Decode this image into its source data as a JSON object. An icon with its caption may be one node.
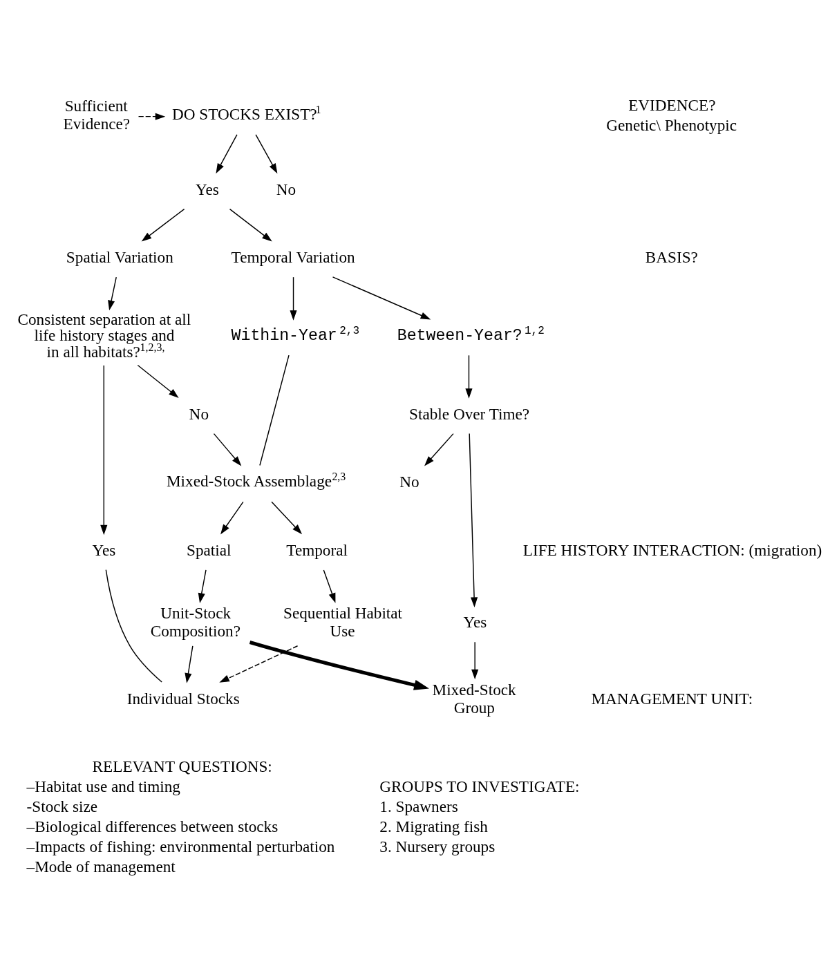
{
  "diagram": {
    "nodes": [
      {
        "text": [
          "DO STOCKS EXIST?"
        ],
        "beside": [
          "1"
        ]
      },
      {
        "text": [
          "Sufficient Evidence?"
        ]
      },
      {
        "text": [
          "No"
        ]
      },
      {
        "text": [
          "Yes"
        ]
      },
      {
        "text": [
          "Spatial Variation"
        ]
      },
      {
        "text": [
          "Temporal Variation"
        ]
      },
      {
        "text": [
          "Consistent separation at all life history stages and in all habitats?"
        ],
        "beside": [
          "1,2,3,"
        ]
      },
      {
        "text": [
          "Within-Year"
        ],
        "beside": [
          "2,3"
        ]
      },
      {
        "text": [
          "Between-Year?"
        ],
        "beside": [
          "1,2"
        ]
      },
      {
        "text": [
          "Stable Over Time?"
        ]
      },
      {
        "text": [
          "Yes"
        ]
      },
      {
        "text": [
          "No"
        ]
      },
      {
        "text": [
          "No"
        ]
      },
      {
        "text": [
          "Yes"
        ]
      },
      {
        "text": [
          "Mixed-Stock Assemblage"
        ],
        "beside": [
          "2,3"
        ]
      },
      {
        "text": [
          "Spatial"
        ]
      },
      {
        "text": [
          "Temporal"
        ]
      },
      {
        "text": [
          "Unit-Stock Composition?"
        ]
      },
      {
        "text": [
          "Sequential Habitat Use"
        ]
      },
      {
        "text": [
          "Individual Stocks"
        ]
      },
      {
        "text": [
          "Mixed-Stock Group"
        ]
      }
    ],
    "edges": [
      {
        "from": 1,
        "to": 0,
        "arrow": "to",
        "style": "dashed"
      },
      {
        "from": 0,
        "to": 3,
        "arrow": "to"
      },
      {
        "from": 0,
        "to": 2,
        "arrow": "to"
      },
      {
        "from": 3,
        "to": 4,
        "arrow": "to"
      },
      {
        "from": 3,
        "to": 5,
        "arrow": "to"
      },
      {
        "from": 4,
        "to": 6,
        "arrow": "to"
      },
      {
        "from": 5,
        "to": 7,
        "arrow": "to"
      },
      {
        "from": 5,
        "to": 8,
        "arrow": "to"
      },
      {
        "from": 6,
        "to": 10,
        "arrow": "to"
      },
      {
        "from": 6,
        "to": 11,
        "arrow": "to"
      },
      {
        "from": 8,
        "to": 9,
        "arrow": "to"
      },
      {
        "from": 9,
        "to": 12,
        "arrow": "to"
      },
      {
        "from": 9,
        "to": 13,
        "arrow": "to"
      },
      {
        "from": 11,
        "to": 14,
        "arrow": "to"
      },
      {
        "from": 7,
        "to": 14,
        "arrow": "none"
      },
      {
        "from": 10,
        "to": 19,
        "arrow": "none"
      },
      {
        "from": 13,
        "to": 20,
        "arrow": "to"
      },
      {
        "from": 14,
        "to": 15,
        "arrow": "to"
      },
      {
        "from": 14,
        "to": 16,
        "arrow": "to"
      },
      {
        "from": 15,
        "to": 17,
        "arrow": "to"
      },
      {
        "from": 16,
        "to": 18,
        "arrow": "to"
      },
      {
        "from": 17,
        "to": 19,
        "arrow": "to"
      },
      {
        "from": 17,
        "to": 20,
        "arrow": "to",
        "style": "thick"
      },
      {
        "from": 18,
        "to": 19,
        "arrow": "to",
        "style": "dashed"
      }
    ],
    "labels": [
      "EVIDENCE?",
      "Genetic\\ Phenotypic",
      "BASIS?",
      "LIFE HISTORY INTERACTION: (migration)",
      "MANAGEMENT UNIT:",
      "RELEVANT QUESTIONS:",
      "–Habitat use and timing",
      "-Stock size",
      "–Biological differences between stocks",
      "–Impacts of fishing: environmental perturbation",
      "–Mode of management",
      "GROUPS TO INVESTIGATE:",
      "1. Spawners",
      "2. Migrating fish",
      "3. Nursery groups"
    ]
  }
}
